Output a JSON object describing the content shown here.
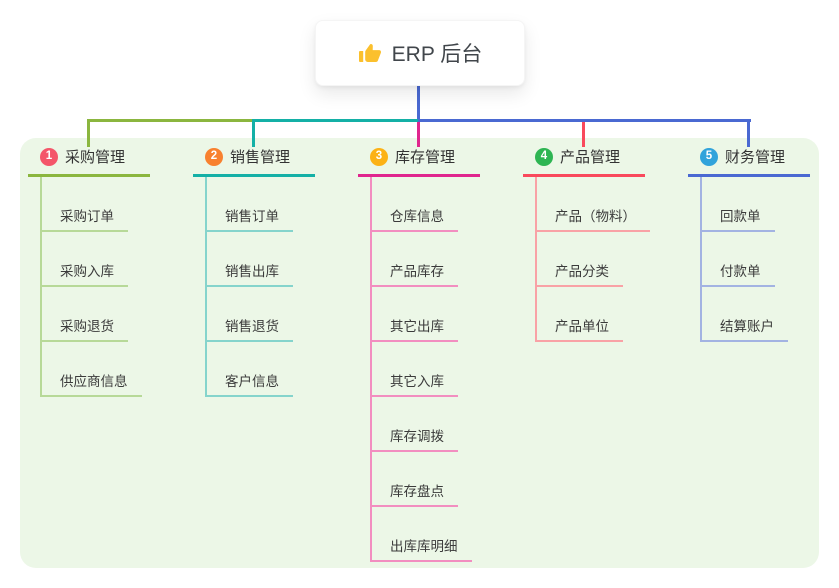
{
  "root": {
    "icon": "thumbs-up",
    "label": "ERP 后台"
  },
  "panel_color": "#ecf7e7",
  "connector": {
    "stem_color": "#4a69d2"
  },
  "branches": [
    {
      "num": "1",
      "label": "采购管理",
      "badge_color": "#f4566a",
      "line_color": "#8bb63f",
      "child_line_color": "#b7d998",
      "children": [
        "采购订单",
        "采购入库",
        "采购退货",
        "供应商信息"
      ]
    },
    {
      "num": "2",
      "label": "销售管理",
      "badge_color": "#f8812f",
      "line_color": "#14b0a6",
      "child_line_color": "#85d4cc",
      "children": [
        "销售订单",
        "销售出库",
        "销售退货",
        "客户信息"
      ]
    },
    {
      "num": "3",
      "label": "库存管理",
      "badge_color": "#fcb216",
      "line_color": "#e0268e",
      "child_line_color": "#f28ec0",
      "children": [
        "仓库信息",
        "产品库存",
        "其它出库",
        "其它入库",
        "库存调拨",
        "库存盘点",
        "出库库明细"
      ]
    },
    {
      "num": "4",
      "label": "产品管理",
      "badge_color": "#2eb553",
      "line_color": "#f9495c",
      "child_line_color": "#f9a2a6",
      "children": [
        "产品（物料）",
        "产品分类",
        "产品单位"
      ]
    },
    {
      "num": "5",
      "label": "财务管理",
      "badge_color": "#31a3db",
      "line_color": "#4a69d2",
      "child_line_color": "#a3b3e2",
      "children": [
        "回款单",
        "付款单",
        "结算账户"
      ]
    }
  ]
}
